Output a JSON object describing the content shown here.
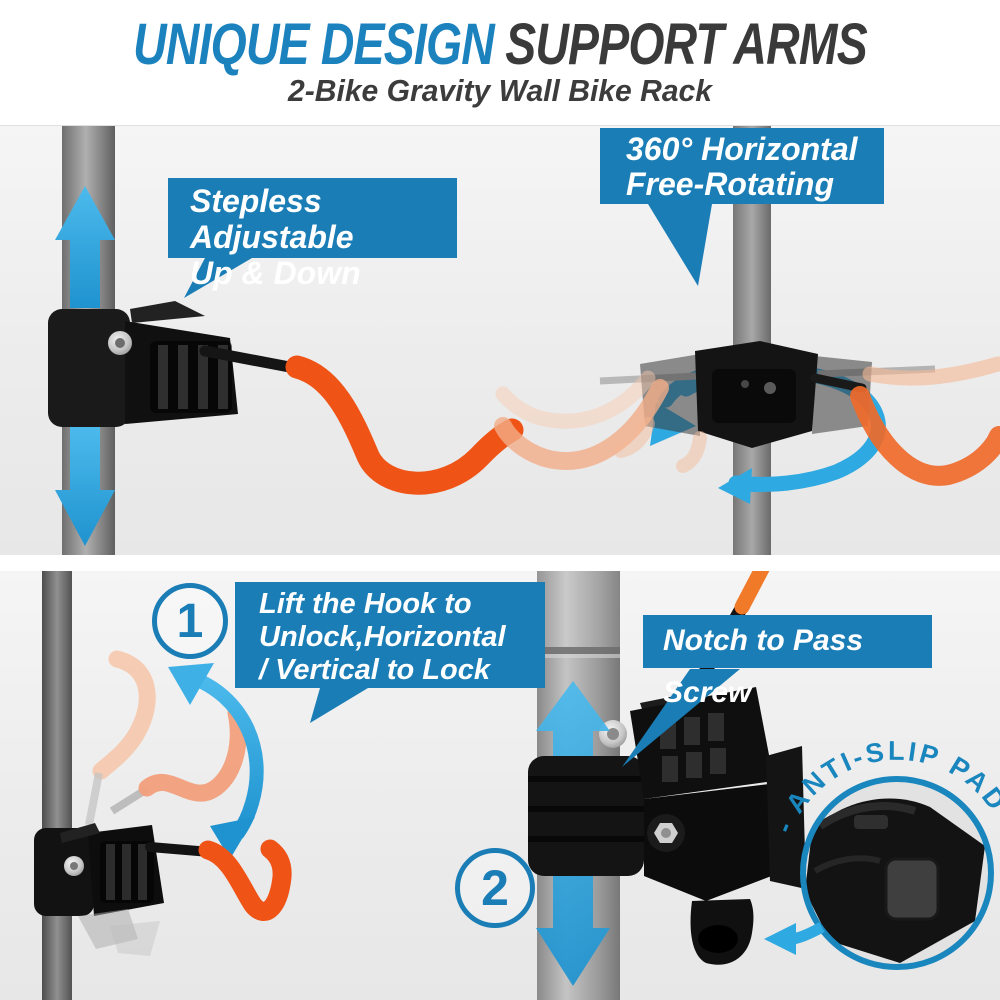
{
  "header": {
    "title": {
      "part1": "UNIQUE DESIGN",
      "part2": "SUPPORT ARMS"
    },
    "subtitle": "2-Bike Gravity Wall Bike Rack"
  },
  "callouts": {
    "stepless": {
      "lines": [
        "Stepless Adjustable",
        "Up & Down"
      ]
    },
    "rotating": {
      "lines": [
        "360° Horizontal",
        "Free-Rotating"
      ]
    },
    "lift_hook": {
      "lines": [
        "Lift the Hook to",
        "Unlock,Horizontal",
        "/ Vertical to Lock"
      ]
    },
    "notch": {
      "lines": [
        "Notch to Pass Screw"
      ]
    }
  },
  "steps": [
    {
      "number": "1"
    },
    {
      "number": "2"
    }
  ],
  "inset": {
    "label": "- ANTI-SLIP PAD -"
  },
  "colors": {
    "accent_blue": "#1a7db6",
    "title_blue": "#1b82be",
    "title_dark": "#3a3a3a",
    "arrow_blue": "#2fa9e1",
    "hook_orange": "#ef5316",
    "ghost_orange": "#f2a07c",
    "pole_gray": "#8b8b8b",
    "clamp_black": "#141414",
    "callout_text": "#ffffff"
  }
}
